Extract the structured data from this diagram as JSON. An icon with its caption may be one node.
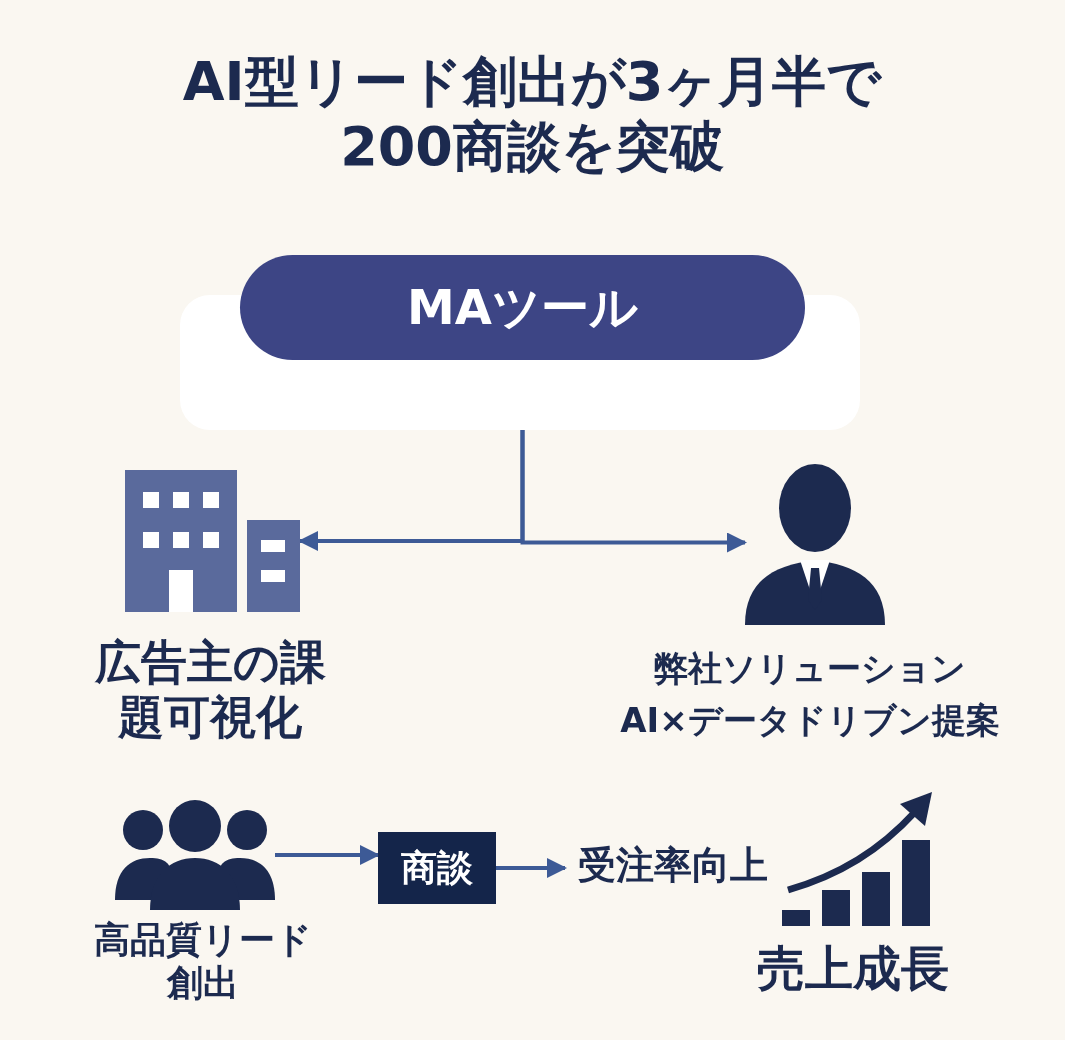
{
  "diagram": {
    "title": "AI型リード創出が3ヶ月半で200商談を突破",
    "nodes": [
      {
        "text": [
          "MAツール"
        ]
      },
      {
        "text": [],
        "shape": "building",
        "beside": [
          "広告主の課題可視化"
        ]
      },
      {
        "text": [],
        "shape": "person",
        "beside": [
          "弊社ソリューション",
          "AI×データドリブン提案"
        ]
      },
      {
        "text": [],
        "shape": "people",
        "beside": [
          "高品質リード創出"
        ]
      },
      {
        "text": [
          "商談"
        ]
      },
      {
        "text": [
          "受注率向上"
        ]
      }
    ],
    "edges": [
      {
        "from": 0,
        "to": 1,
        "arrow": "to"
      },
      {
        "from": 0,
        "to": 2,
        "arrow": "to"
      },
      {
        "from": 3,
        "to": 4,
        "arrow": "to"
      },
      {
        "from": 4,
        "to": 5,
        "arrow": "to"
      }
    ],
    "labels": [
      "売上成長"
    ]
  }
}
